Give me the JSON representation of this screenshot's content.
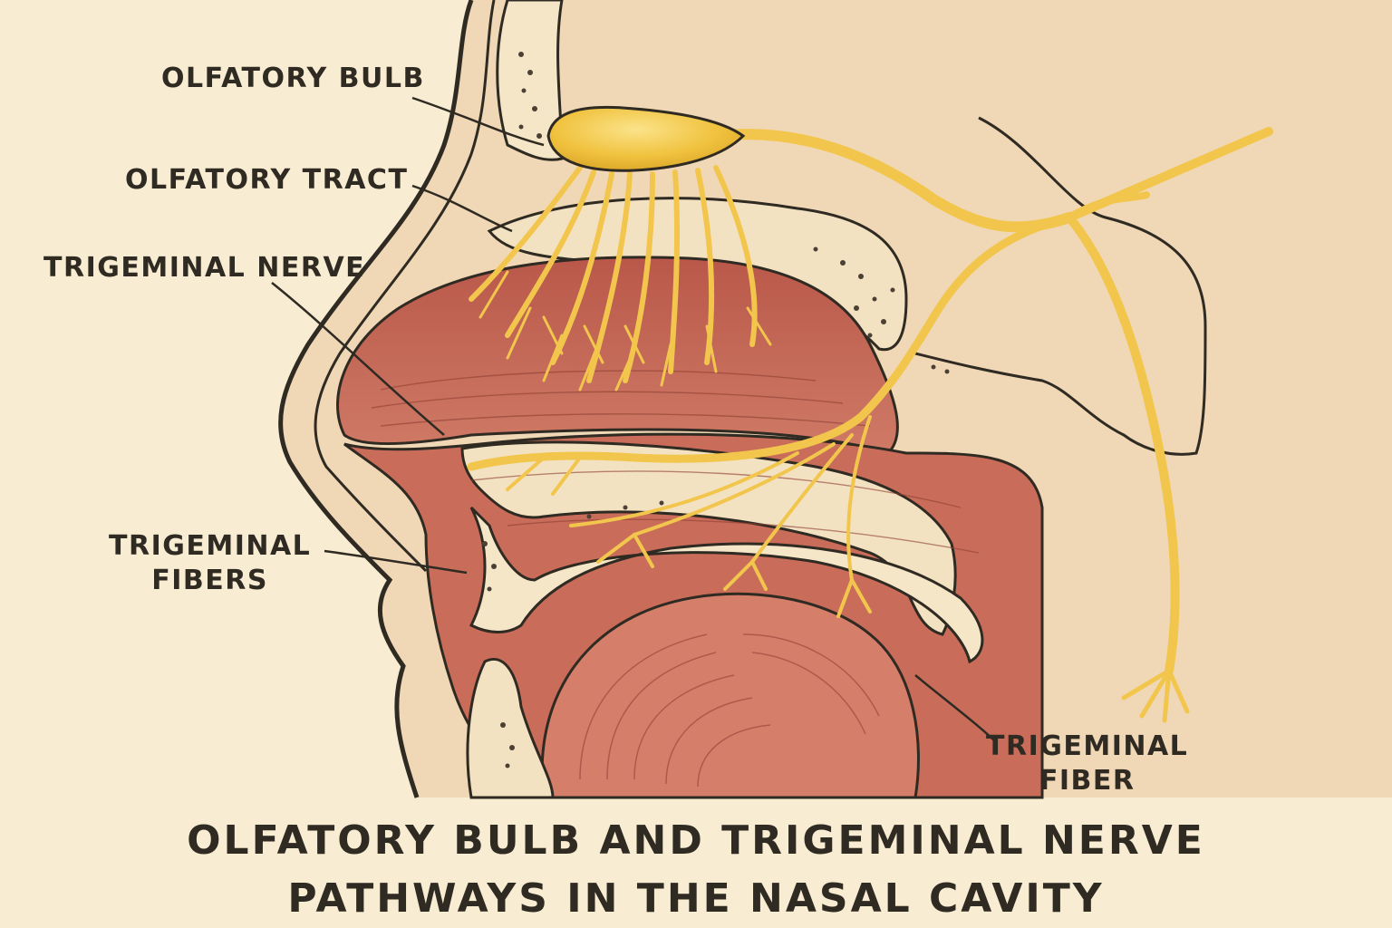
{
  "labels": {
    "olfactory_bulb": "OLFATORY BULB",
    "olfactory_tract": "OLFATORY TRACT",
    "trigeminal_nerve": "TRIGEMINAL NERVE",
    "trigeminal_fibers": [
      "TRIGEMINAL",
      "FIBERS"
    ],
    "trigeminal_fiber": [
      "TRIGEMINAL",
      "FIBER"
    ]
  },
  "title": [
    "OLFATORY BULB AND TRIGEMINAL NERVE",
    "PATHWAYS IN THE NASAL CAVITY"
  ],
  "colors": {
    "background": "#f8ecd2",
    "skin": "#efd6b4",
    "mucosa": "#c8705e",
    "bone": "#f3e2c2",
    "nerve": "#f2c64c",
    "outline": "#2f2a22"
  }
}
